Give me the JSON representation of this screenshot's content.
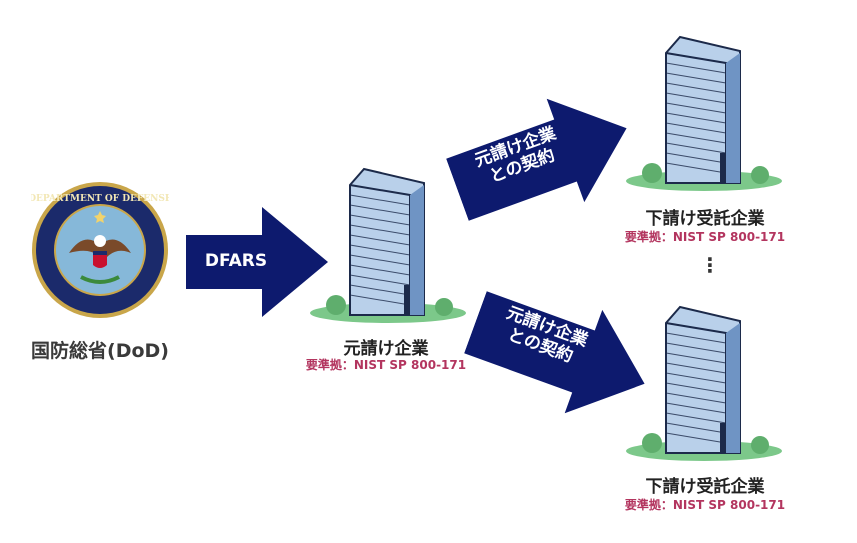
{
  "dod": {
    "name": "国防総省(DoD)",
    "seal_text": "DEPARTMENT OF DEFENSE"
  },
  "arrows": {
    "dfars": "DFARS",
    "contract_upper_1": "元請け企業",
    "contract_upper_2": "との契約",
    "contract_lower_1": "元請け企業",
    "contract_lower_2": "との契約"
  },
  "prime": {
    "title": "元請け企業",
    "requirement": "要準拠：NIST SP 800-171"
  },
  "sub_top": {
    "title": "下請け受託企業",
    "requirement": "要準拠：NIST SP 800-171"
  },
  "sub_bottom": {
    "title": "下請け受託企業",
    "requirement": "要準拠：NIST SP 800-171"
  },
  "ellipsis": "⋮",
  "colors": {
    "arrow": "#0d1a6e",
    "requirement": "#b3355f",
    "building_glass": "#8fb4e0",
    "building_frame": "#1c2a4a",
    "grass": "#7cc88a"
  }
}
